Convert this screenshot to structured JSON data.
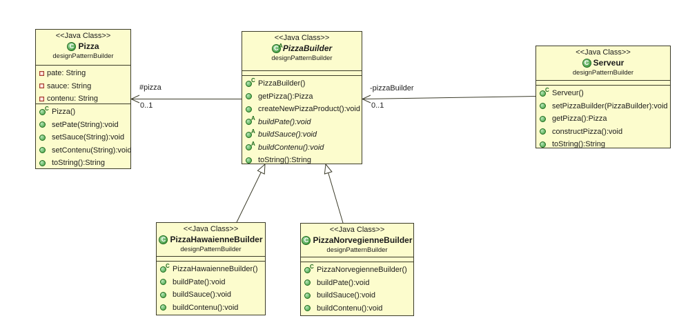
{
  "icons": {
    "class_letter": "C"
  },
  "colors": {
    "box_fill": "#fcfccd",
    "box_border": "#3a3a28",
    "method_green": "#3d9e3d",
    "field_red": "#a03a2e",
    "background": "#ffffff"
  },
  "classes": [
    {
      "stereotype": "<<Java Class>>",
      "name": "Pizza",
      "package": "designPatternBuilder",
      "icon_sup": "",
      "attributes": [
        {
          "label": "pate: String"
        },
        {
          "label": "sauce: String"
        },
        {
          "label": "contenu: String"
        }
      ],
      "methods": [
        {
          "label": "Pizza()",
          "sup": "C"
        },
        {
          "label": "setPate(String):void",
          "sup": ""
        },
        {
          "label": "setSauce(String):void",
          "sup": ""
        },
        {
          "label": "setContenu(String):void",
          "sup": ""
        },
        {
          "label": "toString():String",
          "sup": ""
        }
      ]
    },
    {
      "stereotype": "<<Java Class>>",
      "name": "PizzaBuilder",
      "package": "designPatternBuilder",
      "icon_sup": "A",
      "attributes": [],
      "methods": [
        {
          "label": "PizzaBuilder()",
          "sup": "C"
        },
        {
          "label": "getPizza():Pizza",
          "sup": ""
        },
        {
          "label": "createNewPizzaProduct():void",
          "sup": ""
        },
        {
          "label": "buildPate():void",
          "sup": "A"
        },
        {
          "label": "buildSauce():void",
          "sup": "A"
        },
        {
          "label": "buildContenu():void",
          "sup": "A"
        },
        {
          "label": "toString():String",
          "sup": ""
        }
      ]
    },
    {
      "stereotype": "<<Java Class>>",
      "name": "Serveur",
      "package": "designPatternBuilder",
      "icon_sup": "",
      "attributes": [],
      "methods": [
        {
          "label": "Serveur()",
          "sup": "C"
        },
        {
          "label": "setPizzaBuilder(PizzaBuilder):void",
          "sup": ""
        },
        {
          "label": "getPizza():Pizza",
          "sup": ""
        },
        {
          "label": "constructPizza():void",
          "sup": ""
        },
        {
          "label": "toString():String",
          "sup": ""
        }
      ]
    },
    {
      "stereotype": "<<Java Class>>",
      "name": "PizzaHawaienneBuilder",
      "package": "designPatternBuilder",
      "icon_sup": "",
      "attributes": [],
      "methods": [
        {
          "label": "PizzaHawaienneBuilder()",
          "sup": "C"
        },
        {
          "label": "buildPate():void",
          "sup": ""
        },
        {
          "label": "buildSauce():void",
          "sup": ""
        },
        {
          "label": "buildContenu():void",
          "sup": ""
        }
      ]
    },
    {
      "stereotype": "<<Java Class>>",
      "name": "PizzaNorvegienneBuilder",
      "package": "designPatternBuilder",
      "icon_sup": "",
      "attributes": [],
      "methods": [
        {
          "label": "PizzaNorvegienneBuilder()",
          "sup": "C"
        },
        {
          "label": "buildPate():void",
          "sup": ""
        },
        {
          "label": "buildSauce():void",
          "sup": ""
        },
        {
          "label": "buildContenu():void",
          "sup": ""
        }
      ]
    }
  ],
  "associations": [
    {
      "role": "#pizza",
      "multiplicity": "0..1"
    },
    {
      "role": "-pizzaBuilder",
      "multiplicity": "0..1"
    }
  ]
}
